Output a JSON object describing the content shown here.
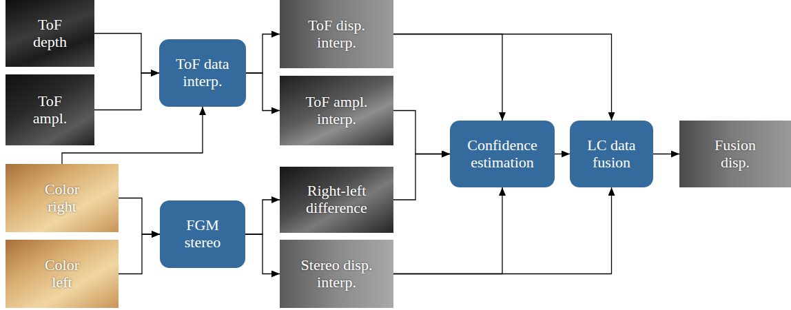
{
  "diagram": {
    "nodes": [
      {
        "text": [
          "ToF depth"
        ]
      },
      {
        "text": [
          "ToF ampl."
        ]
      },
      {
        "text": [
          "ToF data interp."
        ]
      },
      {
        "text": [
          "ToF disp. interp."
        ]
      },
      {
        "text": [
          "ToF ampl. interp."
        ]
      },
      {
        "text": [
          "Confidence estimation"
        ]
      },
      {
        "text": [
          "LC data fusion"
        ]
      },
      {
        "text": [
          "Fusion disp."
        ]
      },
      {
        "text": [
          "Color right"
        ]
      },
      {
        "text": [
          "Color left"
        ]
      },
      {
        "text": [
          "FGM stereo"
        ]
      },
      {
        "text": [
          "Right-left difference"
        ]
      },
      {
        "text": [
          "Stereo disp. interp."
        ]
      }
    ],
    "edges": [
      {
        "from": 0,
        "to": 2,
        "arrow": "to"
      },
      {
        "from": 1,
        "to": 2,
        "arrow": "to"
      },
      {
        "from": 8,
        "to": 2,
        "arrow": "to"
      },
      {
        "from": 2,
        "to": 3,
        "arrow": "to"
      },
      {
        "from": 2,
        "to": 4,
        "arrow": "to"
      },
      {
        "from": 3,
        "to": 5,
        "arrow": "to"
      },
      {
        "from": 3,
        "to": 6,
        "arrow": "to"
      },
      {
        "from": 4,
        "to": 5,
        "arrow": "to"
      },
      {
        "from": 11,
        "to": 5,
        "arrow": "to"
      },
      {
        "from": 8,
        "to": 10,
        "arrow": "to"
      },
      {
        "from": 9,
        "to": 10,
        "arrow": "to"
      },
      {
        "from": 10,
        "to": 11,
        "arrow": "to"
      },
      {
        "from": 10,
        "to": 12,
        "arrow": "to"
      },
      {
        "from": 12,
        "to": 5,
        "arrow": "to"
      },
      {
        "from": 12,
        "to": 6,
        "arrow": "to"
      },
      {
        "from": 5,
        "to": 6,
        "arrow": "to"
      },
      {
        "from": 6,
        "to": 7,
        "arrow": "to"
      }
    ]
  }
}
